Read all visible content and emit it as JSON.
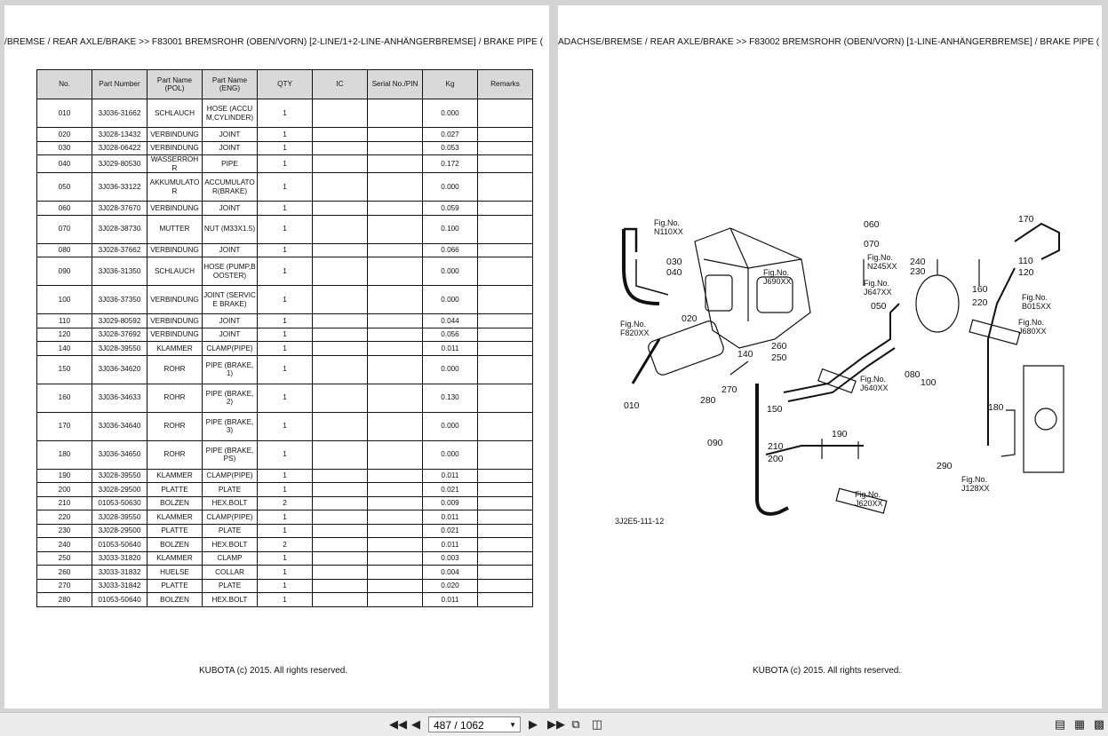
{
  "left_page": {
    "header": "/BREMSE / REAR AXLE/BRAKE >> F83001   BREMSROHR (OBEN/VORN) [2-LINE/1+2-LINE-ANHÄNGERBREMSE] / BRAKE PIPE (",
    "columns": [
      "No.",
      "Part Number",
      "Part Name (POL)",
      "Part Name (ENG)",
      "QTY",
      "IC",
      "Serial No./PIN",
      "Kg",
      "Remarks"
    ],
    "rows": [
      [
        "010",
        "3J036-31662",
        "SCHLAUCH",
        "HOSE (ACCUM,CYLINDER)",
        "1",
        "",
        "",
        "0.000",
        ""
      ],
      [
        "020",
        "3J028-13432",
        "VERBINDUNG",
        "JOINT",
        "1",
        "",
        "",
        "0.027",
        ""
      ],
      [
        "030",
        "3J028-06422",
        "VERBINDUNG",
        "JOINT",
        "1",
        "",
        "",
        "0.053",
        ""
      ],
      [
        "040",
        "3J029-80530",
        "WASSERROHR",
        "PIPE",
        "1",
        "",
        "",
        "0.172",
        ""
      ],
      [
        "050",
        "3J036-33122",
        "AKKUMULATOR",
        "ACCUMULATOR(BRAKE)",
        "1",
        "",
        "",
        "0.000",
        ""
      ],
      [
        "060",
        "3J028-37670",
        "VERBINDUNG",
        "JOINT",
        "1",
        "",
        "",
        "0.059",
        ""
      ],
      [
        "070",
        "3J028-38730",
        "MUTTER",
        "NUT (M33X1.5)",
        "1",
        "",
        "",
        "0.100",
        ""
      ],
      [
        "080",
        "3J028-37662",
        "VERBINDUNG",
        "JOINT",
        "1",
        "",
        "",
        "0.066",
        ""
      ],
      [
        "090",
        "3J036-31350",
        "SCHLAUCH",
        "HOSE (PUMP,BOOSTER)",
        "1",
        "",
        "",
        "0.000",
        ""
      ],
      [
        "100",
        "3J036-37350",
        "VERBINDUNG",
        "JOINT (SERVICE BRAKE)",
        "1",
        "",
        "",
        "0.000",
        ""
      ],
      [
        "110",
        "3J029-80592",
        "VERBINDUNG",
        "JOINT",
        "1",
        "",
        "",
        "0.044",
        ""
      ],
      [
        "120",
        "3J028-37692",
        "VERBINDUNG",
        "JOINT",
        "1",
        "",
        "",
        "0.056",
        ""
      ],
      [
        "140",
        "3J028-39550",
        "KLAMMER",
        "CLAMP(PIPE)",
        "1",
        "",
        "",
        "0.011",
        ""
      ],
      [
        "150",
        "3J036-34620",
        "ROHR",
        "PIPE (BRAKE,1)",
        "1",
        "",
        "",
        "0.000",
        ""
      ],
      [
        "160",
        "3J036-34633",
        "ROHR",
        "PIPE (BRAKE,2)",
        "1",
        "",
        "",
        "0.130",
        ""
      ],
      [
        "170",
        "3J036-34640",
        "ROHR",
        "PIPE (BRAKE,3)",
        "1",
        "",
        "",
        "0.000",
        ""
      ],
      [
        "180",
        "3J036-34650",
        "ROHR",
        "PIPE (BRAKE,PS)",
        "1",
        "",
        "",
        "0.000",
        ""
      ],
      [
        "190",
        "3J028-39550",
        "KLAMMER",
        "CLAMP(PIPE)",
        "1",
        "",
        "",
        "0.011",
        ""
      ],
      [
        "200",
        "3J028-29500",
        "PLATTE",
        "PLATE",
        "1",
        "",
        "",
        "0.021",
        ""
      ],
      [
        "210",
        "01053-50630",
        "BOLZEN",
        "HEX.BOLT",
        "2",
        "",
        "",
        "0.009",
        ""
      ],
      [
        "220",
        "3J028-39550",
        "KLAMMER",
        "CLAMP(PIPE)",
        "1",
        "",
        "",
        "0.011",
        ""
      ],
      [
        "230",
        "3J028-29500",
        "PLATTE",
        "PLATE",
        "1",
        "",
        "",
        "0.021",
        ""
      ],
      [
        "240",
        "01053-50640",
        "BOLZEN",
        "HEX.BOLT",
        "2",
        "",
        "",
        "0.011",
        ""
      ],
      [
        "250",
        "3J033-31820",
        "KLAMMER",
        "CLAMP",
        "1",
        "",
        "",
        "0.003",
        ""
      ],
      [
        "260",
        "3J033-31832",
        "HUELSE",
        "COLLAR",
        "1",
        "",
        "",
        "0.004",
        ""
      ],
      [
        "270",
        "3J033-31842",
        "PLATTE",
        "PLATE",
        "1",
        "",
        "",
        "0.020",
        ""
      ],
      [
        "280",
        "01053-50640",
        "BOLZEN",
        "HEX.BOLT",
        "1",
        "",
        "",
        "0.011",
        ""
      ]
    ],
    "footer": "KUBOTA (c) 2015. All rights reserved."
  },
  "right_page": {
    "header": "ADACHSE/BREMSE / REAR AXLE/BRAKE >> F83002   BREMSROHR (OBEN/VORN) [1-LINE-ANHÄNGERBREMSE] / BRAKE PIPE (",
    "diagram": {
      "callouts": [
        "010",
        "020",
        "030",
        "040",
        "050",
        "060",
        "070",
        "080",
        "090",
        "100",
        "110",
        "120",
        "140",
        "150",
        "160",
        "170",
        "180",
        "190",
        "200",
        "210",
        "220",
        "230",
        "240",
        "250",
        "260",
        "270",
        "280",
        "290"
      ],
      "fig_refs": [
        "N110XX",
        "N245XX",
        "J690XX",
        "J647XX",
        "B015XX",
        "F820XX",
        "J680XX",
        "J640XX",
        "J620XX",
        "J128XX"
      ],
      "fig_label": "Fig.No.",
      "drawing_code": "3J2E5-111-12"
    },
    "footer": "KUBOTA (c) 2015. All rights reserved."
  },
  "toolbar": {
    "first_icon": "first-page-icon",
    "prev_icon": "prev-page-icon",
    "page_indicator": "487 / 1062",
    "next_icon": "next-page-icon",
    "last_icon": "last-page-icon"
  }
}
